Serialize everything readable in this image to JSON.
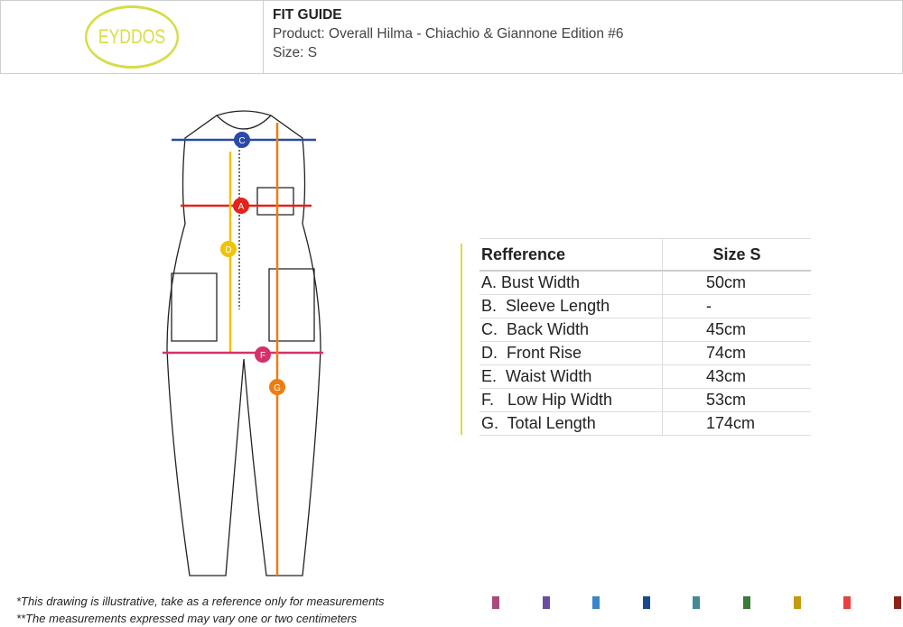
{
  "header": {
    "logo": "EYDDOS",
    "title": "FIT GUIDE",
    "product": "Product: Overall Hilma - Chiachio & Giannone Edition #6",
    "size": "Size: S"
  },
  "table": {
    "headers": [
      "Refference",
      "Size S"
    ],
    "rows": [
      {
        "ref": "A. Bust Width",
        "val": "50cm"
      },
      {
        "ref": "B.  Sleeve Length",
        "val": "-"
      },
      {
        "ref": "C.  Back Width",
        "val": "45cm"
      },
      {
        "ref": "D.  Front Rise",
        "val": "74cm"
      },
      {
        "ref": "E.  Waist Width",
        "val": "43cm"
      },
      {
        "ref": "F.   Low Hip Width",
        "val": "53cm"
      },
      {
        "ref": "G.  Total Length",
        "val": "174cm"
      }
    ]
  },
  "markers": {
    "a": "A",
    "c": "C",
    "d": "D",
    "f": "F",
    "g": "G"
  },
  "notes": [
    "*This drawing is illustrative, take as a reference only for measurements",
    "**The measurements expressed may vary one or two centimeters"
  ],
  "swatches": [
    "#a84a7a",
    "#6a4fa0",
    "#3a86cc",
    "#1a4a8a",
    "#448a94",
    "#3a7a34",
    "#c49a10",
    "#e84040",
    "#8a2418"
  ]
}
